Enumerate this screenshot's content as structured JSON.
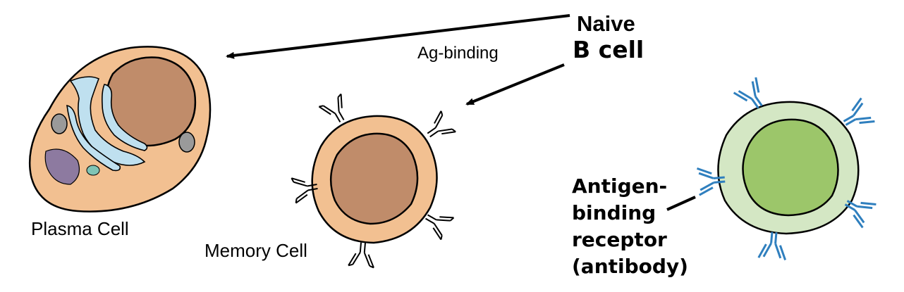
{
  "labels": {
    "naive": "Naive",
    "b_cell": "B cell",
    "ag_binding": "Ag-binding",
    "plasma_cell": "Plasma Cell",
    "memory_cell": "Memory Cell",
    "receptor_line1": "Antigen-",
    "receptor_line2": "binding",
    "receptor_line3": "receptor",
    "receptor_line4": "(antibody)"
  },
  "colors": {
    "cytoplasm": "#f2c091",
    "nucleus": "#c08c6a",
    "er": "#bfe0ef",
    "green_cytoplasm": "#d4e7c4",
    "green_nucleus": "#9cc66a",
    "antibody_blue": "#2f7fbe",
    "outline": "#000000"
  }
}
